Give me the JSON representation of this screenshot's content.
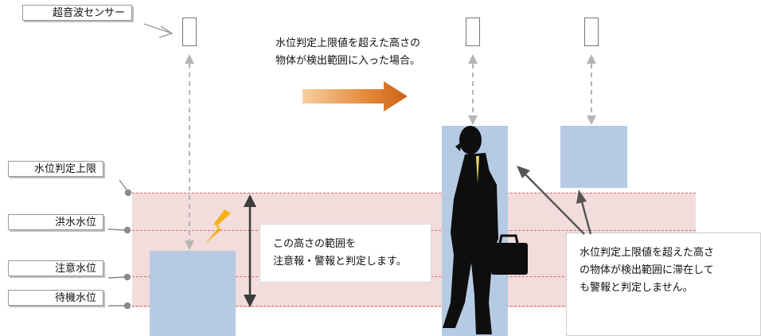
{
  "sensor_label": "超音波センサー",
  "scenario_caption": [
    "水位判定上限値を超えた高さの",
    "物体が検出範囲に入った場合。"
  ],
  "levels": {
    "upper_limit": "水位判定上限",
    "flood": "洪水水位",
    "caution": "注意水位",
    "standby": "待機水位"
  },
  "range_note": [
    "この高さの範囲を",
    "注意報・警報と判定します。"
  ],
  "callout_note": [
    "水位判定上限値を超えた高さ",
    "の物体が検出範囲に滞在して",
    "も警報と判定しません。"
  ],
  "colors": {
    "band": "#f3dcdc",
    "detection": "#b6cbe3",
    "lightning": "#f2b31a",
    "arrow": "#e07a2e"
  },
  "icons": [
    "lightning-icon",
    "businessman-silhouette-icon"
  ]
}
